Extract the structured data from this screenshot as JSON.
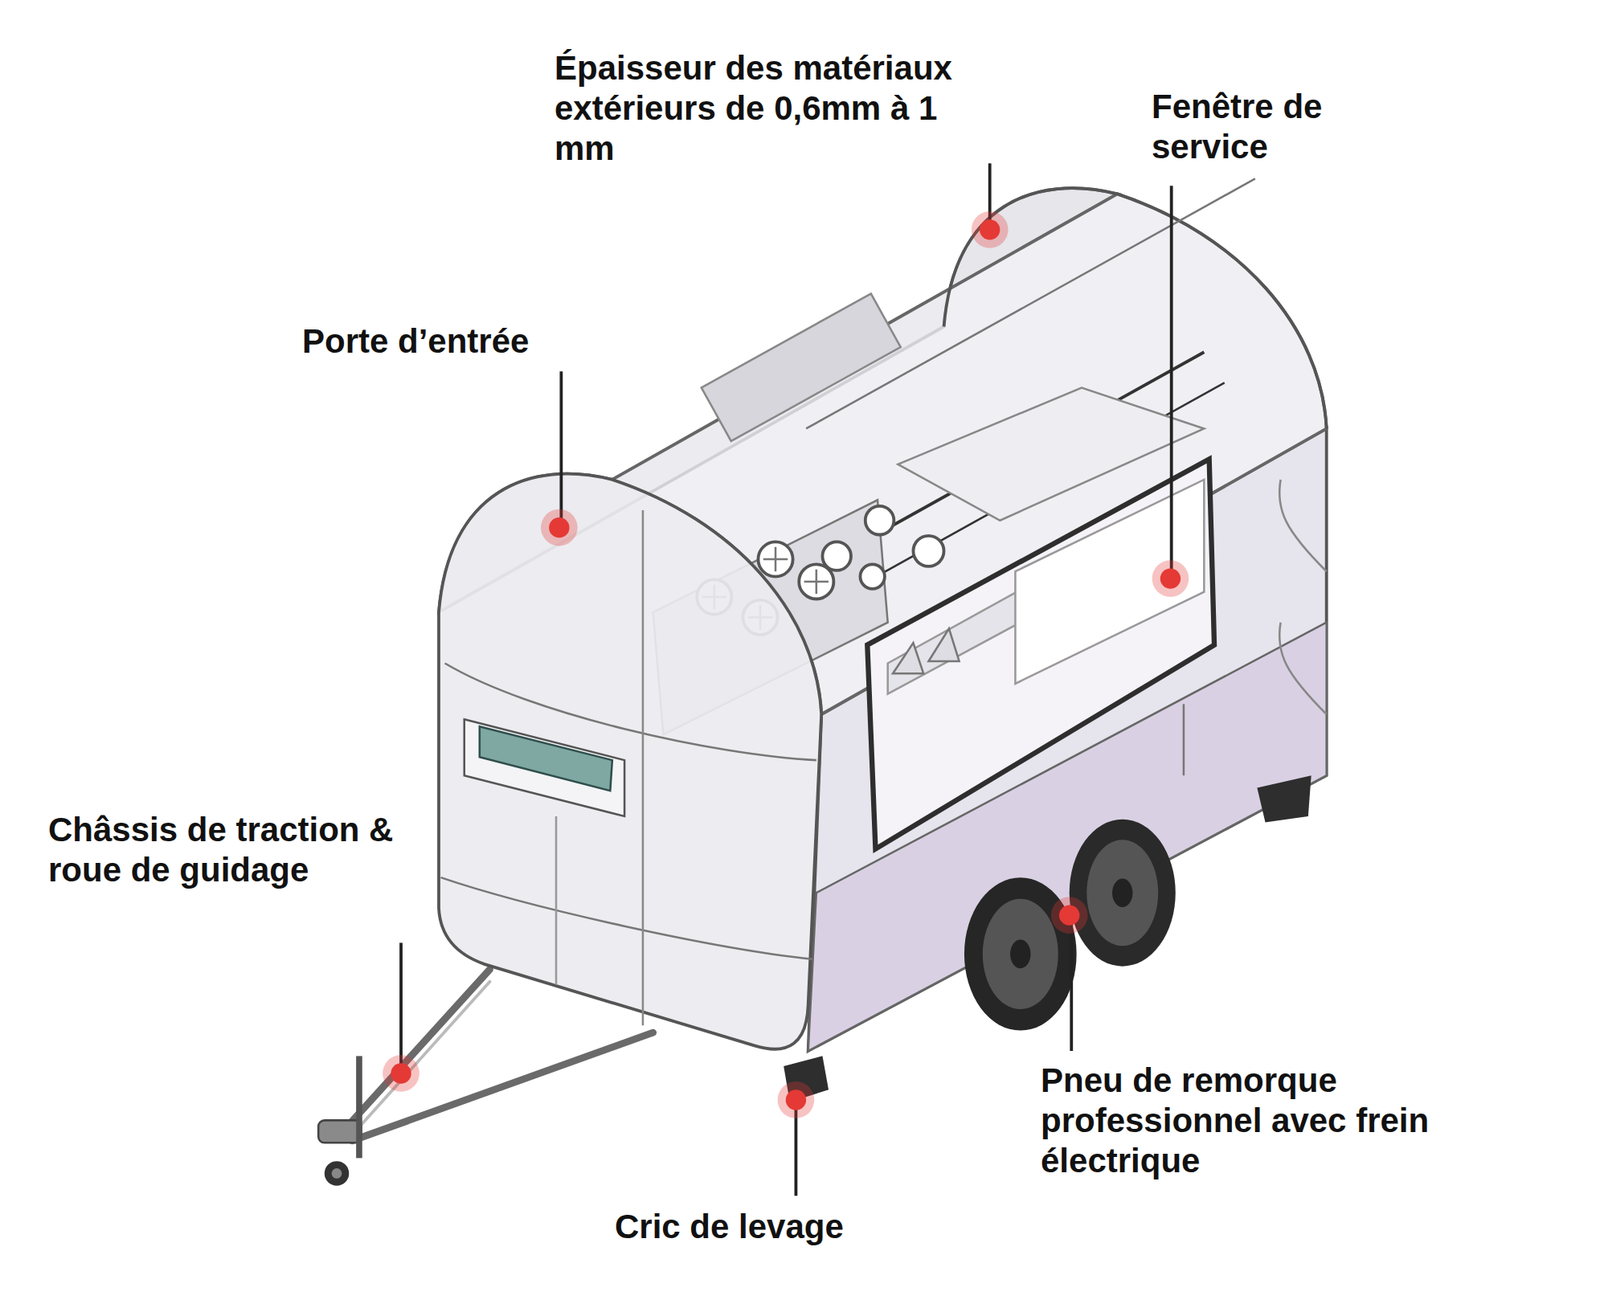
{
  "diagram": {
    "labels": [
      "Épaisseur des matériaux extérieurs de 0,6mm à 1 mm",
      "Fenêtre de service",
      "Porte d’entrée",
      "Châssis de traction & roue de guidage",
      "Pneu de remorque professionnel avec frein électrique",
      "Cric de levage"
    ]
  }
}
